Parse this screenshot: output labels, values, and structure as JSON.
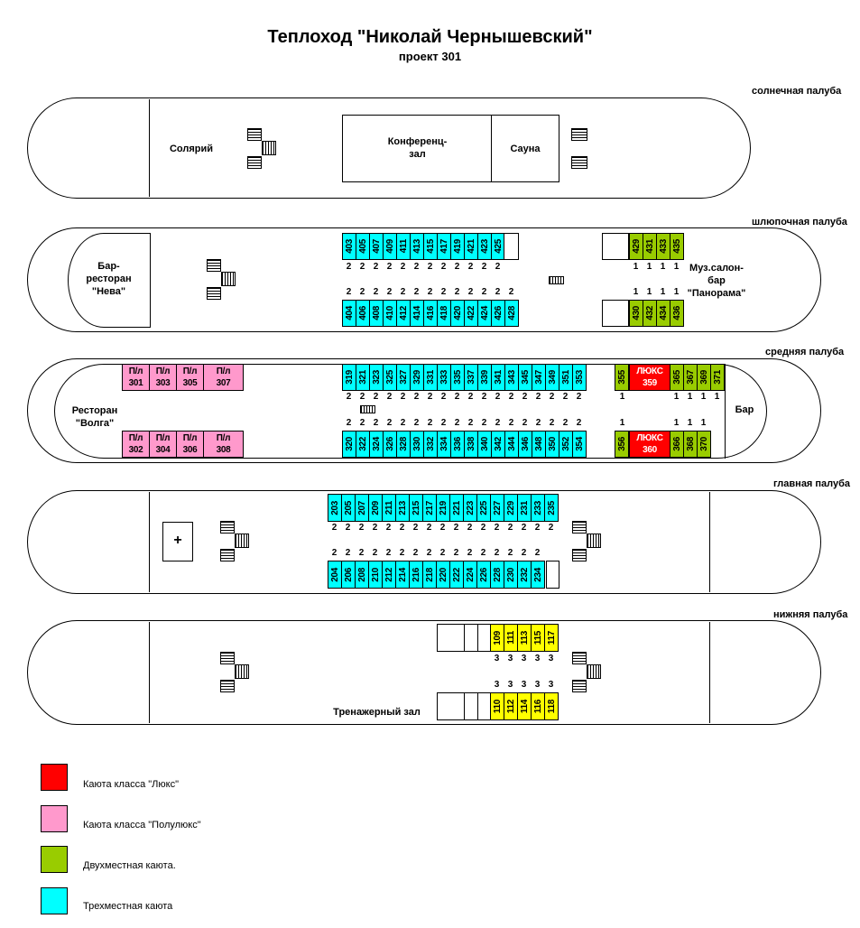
{
  "header": {
    "title": "Теплоход \"Николай Чернышевский\"",
    "subtitle": "проект 301"
  },
  "decks": {
    "sun": {
      "label": "солнечная палуба",
      "solarium": "Солярий",
      "conference": "Конференц-\nзал",
      "sauna": "Сауна"
    },
    "boat": {
      "label": "шлюпочная палуба",
      "restaurant": "Бар-\nресторан\n\"Нева\"",
      "music_salon": "Муз.салон-\nбар\n\"Панорама\"",
      "top_cabins": [
        "403",
        "405",
        "407",
        "409",
        "411",
        "413",
        "415",
        "417",
        "419",
        "421",
        "423",
        "425"
      ],
      "top_counts": [
        "2",
        "2",
        "2",
        "2",
        "2",
        "2",
        "2",
        "2",
        "2",
        "2",
        "2",
        "2"
      ],
      "bottom_cabins": [
        "404",
        "406",
        "408",
        "410",
        "412",
        "414",
        "416",
        "418",
        "420",
        "422",
        "424",
        "426",
        "428"
      ],
      "bottom_counts": [
        "2",
        "2",
        "2",
        "2",
        "2",
        "2",
        "2",
        "2",
        "2",
        "2",
        "2",
        "2",
        "2"
      ],
      "top_green": [
        "429",
        "431",
        "433",
        "435"
      ],
      "top_green_counts": [
        "1",
        "1",
        "1",
        "1"
      ],
      "bottom_green": [
        "430",
        "432",
        "434",
        "436"
      ],
      "bottom_green_counts": [
        "1",
        "1",
        "1",
        "1"
      ]
    },
    "middle": {
      "label": "средняя палуба",
      "restaurant": "Ресторан\n\"Волга\"",
      "bar": "Бар",
      "top_pink": [
        {
          "t": "П/л",
          "n": "301"
        },
        {
          "t": "П/л",
          "n": "303"
        },
        {
          "t": "П/л",
          "n": "305"
        },
        {
          "t": "П/л",
          "n": "307"
        }
      ],
      "bottom_pink": [
        {
          "t": "П/л",
          "n": "302"
        },
        {
          "t": "П/л",
          "n": "304"
        },
        {
          "t": "П/л",
          "n": "306"
        },
        {
          "t": "П/л",
          "n": "308"
        }
      ],
      "top_cabins": [
        "319",
        "321",
        "323",
        "325",
        "327",
        "329",
        "331",
        "333",
        "335",
        "337",
        "339",
        "341",
        "343",
        "345",
        "347",
        "349",
        "351",
        "353"
      ],
      "top_counts": [
        "2",
        "2",
        "2",
        "2",
        "2",
        "2",
        "2",
        "2",
        "2",
        "2",
        "2",
        "2",
        "2",
        "2",
        "2",
        "2",
        "2",
        "2"
      ],
      "bottom_cabins": [
        "320",
        "322",
        "324",
        "326",
        "328",
        "330",
        "332",
        "334",
        "336",
        "338",
        "340",
        "342",
        "344",
        "346",
        "348",
        "350",
        "352",
        "354"
      ],
      "bottom_counts": [
        "2",
        "2",
        "2",
        "2",
        "2",
        "2",
        "2",
        "2",
        "2",
        "2",
        "2",
        "2",
        "2",
        "2",
        "2",
        "2",
        "2",
        "2"
      ],
      "top_green_first": "355",
      "top_lux": {
        "t": "ЛЮКС",
        "n": "359"
      },
      "top_green": [
        "365",
        "367",
        "369",
        "371"
      ],
      "top_right_counts": [
        "1",
        "1",
        "1",
        "1",
        "1"
      ],
      "bottom_green_first": "356",
      "bottom_lux": {
        "t": "ЛЮКС",
        "n": "360"
      },
      "bottom_green": [
        "366",
        "368",
        "370"
      ],
      "bottom_right_counts": [
        "1",
        "1",
        "1",
        "1"
      ]
    },
    "main": {
      "label": "главная палуба",
      "medical": "+",
      "top_cabins": [
        "203",
        "205",
        "207",
        "209",
        "211",
        "213",
        "215",
        "217",
        "219",
        "221",
        "223",
        "225",
        "227",
        "229",
        "231",
        "233",
        "235"
      ],
      "top_counts": [
        "2",
        "2",
        "2",
        "2",
        "2",
        "2",
        "2",
        "2",
        "2",
        "2",
        "2",
        "2",
        "2",
        "2",
        "2",
        "2",
        "2"
      ],
      "bottom_cabins": [
        "204",
        "206",
        "208",
        "210",
        "212",
        "214",
        "216",
        "218",
        "220",
        "222",
        "224",
        "226",
        "228",
        "230",
        "232",
        "234"
      ],
      "bottom_counts": [
        "2",
        "2",
        "2",
        "2",
        "2",
        "2",
        "2",
        "2",
        "2",
        "2",
        "2",
        "2",
        "2",
        "2",
        "2",
        "2"
      ]
    },
    "lower": {
      "label": "нижняя палуба",
      "gym": "Тренажерный зал",
      "top_cabins": [
        "109",
        "111",
        "113",
        "115",
        "117"
      ],
      "top_counts": [
        "3",
        "3",
        "3",
        "3",
        "3"
      ],
      "bottom_cabins": [
        "110",
        "112",
        "114",
        "116",
        "118"
      ],
      "bottom_counts": [
        "3",
        "3",
        "3",
        "3",
        "3"
      ]
    }
  },
  "legend": [
    {
      "color": "#ff0000",
      "text": "Каюта класса \"Люкс\""
    },
    {
      "color": "#ff99cc",
      "text": "Каюта класса \"Полулюкс\""
    },
    {
      "color": "#99cc00",
      "text": "Двухместная каюта."
    },
    {
      "color": "#00ffff",
      "text": "Трехместная каюта"
    }
  ],
  "colors": {
    "cyan": "#00ffff",
    "green": "#99cc00",
    "pink": "#ff99cc",
    "red": "#ff0000",
    "yellow": "#ffff00"
  }
}
